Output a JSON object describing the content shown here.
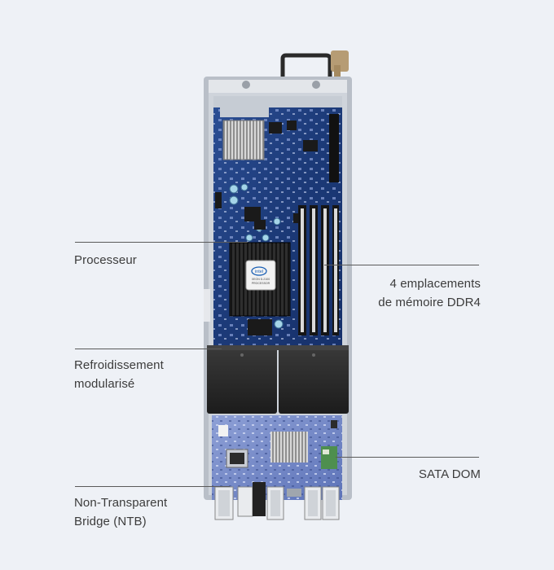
{
  "labels": {
    "processor": "Processeur",
    "ddr4": "4 emplacements\nde mémoire DDR4",
    "cooling": "Refroidissement\nmodularisé",
    "sata": "SATA DOM",
    "ntb": "Non-Transparent\nBridge (NTB)"
  },
  "chip_text": {
    "logo": "intel",
    "line1": "XEON D-2100",
    "line2": "PROCESSOR"
  },
  "colors": {
    "background": "#eef1f6",
    "board": "#1f3d7a",
    "board_light": "#6f86c8",
    "text": "#3c3c3c",
    "heatsink": "#2a2a2a",
    "chassis": "#c9ced6"
  }
}
